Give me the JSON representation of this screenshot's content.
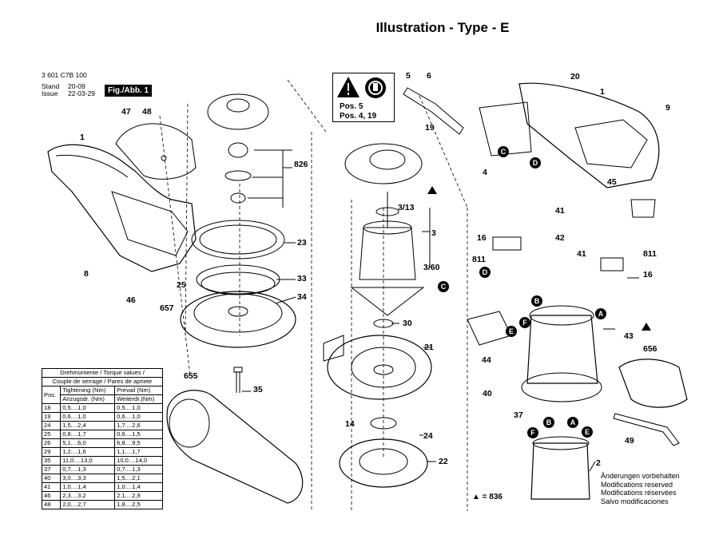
{
  "title": "Illustration - Type - E",
  "meta": {
    "article": "3 601 C7B 100",
    "stand_label": "Stand",
    "stand_value": "20-09",
    "issue_label": "Issue",
    "issue_value": "22-03-29",
    "figure": "Fig./Abb. 1"
  },
  "warning": {
    "line1": "Pos. 5",
    "line2": "Pos. 4, 19"
  },
  "torque_table": {
    "title1": "Drehmomente / Torque values /",
    "title2": "Couple de serrage / Pares de apriete",
    "col_pos": "Pos.",
    "col_tight1": "Tightening (Nm)",
    "col_tight2": "Anzugsdr. (Nm)",
    "col_prev1": "Prevail (Nm)",
    "col_prev2": "Weiterdr.(Nm)",
    "rows": [
      [
        "18",
        "0,5....1,0",
        "0,5....1,0"
      ],
      [
        "19",
        "0,6....1,0",
        "0,6....1,0"
      ],
      [
        "24",
        "1,5....2,4",
        "1,7....2,6"
      ],
      [
        "25",
        "0,8....1,7",
        "0,6....1,5"
      ],
      [
        "26",
        "5,1....6,0",
        "6,8....9,5"
      ],
      [
        "29",
        "1,2....1,6",
        "1,1....1,7"
      ],
      [
        "35",
        "11,0....13,0",
        "10,0....14,0"
      ],
      [
        "37",
        "0,7....1,3",
        "0,7....1,3"
      ],
      [
        "40",
        "3,0....3,3",
        "1,5....2,1"
      ],
      [
        "41",
        "1,0....1,4",
        "1,0....1,4"
      ],
      [
        "46",
        "2,3....3,2",
        "2,1....2,9"
      ],
      [
        "48",
        "2,0....2,7",
        "1,8....2,5"
      ]
    ]
  },
  "callouts": {
    "c47": "47",
    "c48": "48",
    "c1a": "1",
    "c8": "8",
    "c46": "46",
    "c25": "25",
    "c657": "657",
    "c826": "826",
    "c23": "23",
    "c33": "33",
    "c34": "34",
    "c35": "35",
    "c655": "655",
    "c5": "5",
    "c6": "6",
    "c19": "19",
    "c4": "4",
    "c313": "3/13",
    "c3": "3",
    "c360": "3/60",
    "c30": "30",
    "c21": "21",
    "c14": "14",
    "c24": "24",
    "c22": "22",
    "c20": "20",
    "c1b": "1",
    "c9": "9",
    "c45": "45",
    "c41a": "41",
    "c16a": "16",
    "c42": "42",
    "c811a": "811",
    "c41b": "41",
    "c811b": "811",
    "c16b": "16",
    "c43": "43",
    "c656": "656",
    "c44": "44",
    "c40": "40",
    "c37": "37",
    "c49": "49",
    "c2": "2"
  },
  "markers": [
    "C",
    "D",
    "C",
    "D",
    "B",
    "A",
    "E",
    "F",
    "A",
    "B",
    "F",
    "E"
  ],
  "triangle_ref": "▲ = 836",
  "note": [
    "Änderungen vorbehalten",
    "Modifications reserved",
    "Modifications réservées",
    "Salvo modificaciones"
  ]
}
